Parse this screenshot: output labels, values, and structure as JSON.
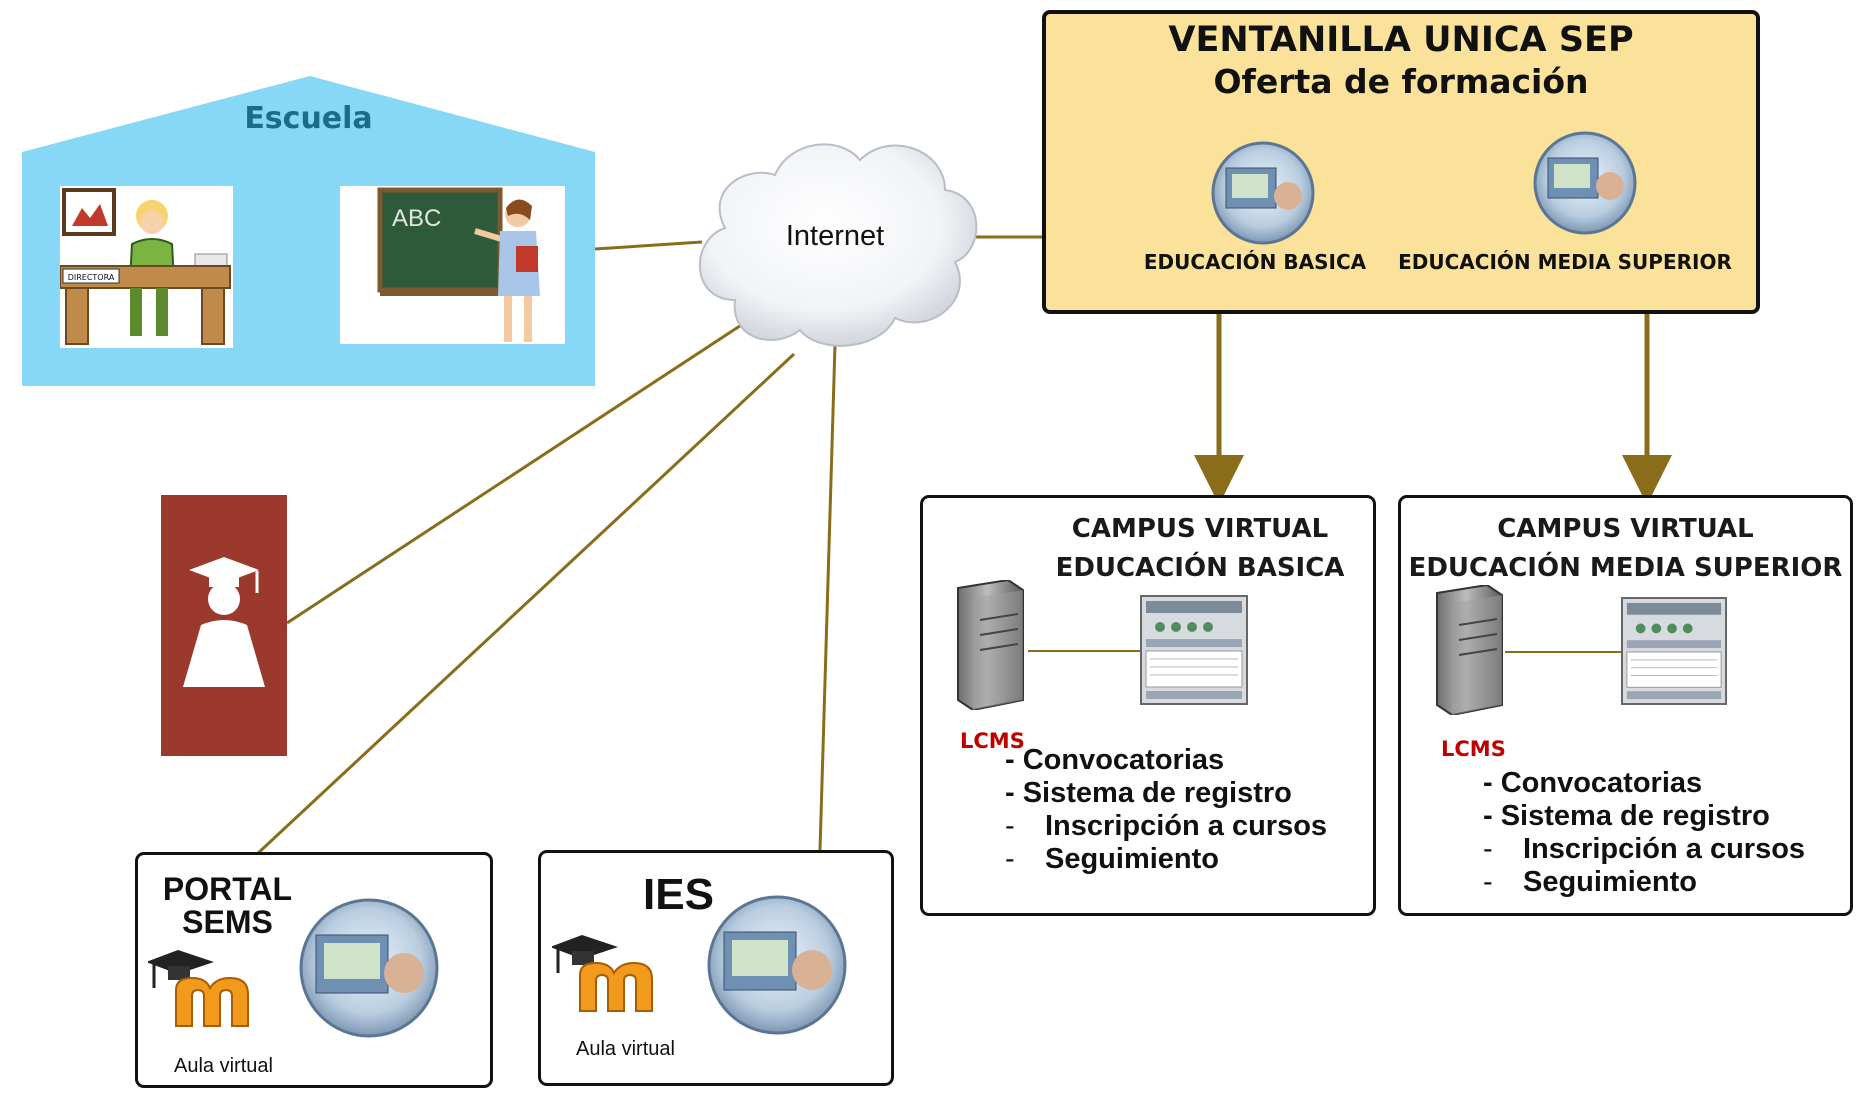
{
  "escuela": {
    "label": "Escuela",
    "directora_sign": "DIRECTORA",
    "chalkboard_text": "ABC"
  },
  "internet": {
    "label": "Internet"
  },
  "ventanilla": {
    "title": "VENTANILLA UNICA SEP",
    "subtitle": "Oferta de formación",
    "left_label": "EDUCACIÓN BASICA",
    "right_label": "EDUCACIÓN MEDIA SUPERIOR"
  },
  "campus_basica": {
    "title_line1": "CAMPUS VIRTUAL",
    "title_line2": "EDUCACIÓN BASICA",
    "lcms": "LCMS",
    "features": [
      "- Convocatorias",
      "- Sistema de registro",
      "Inscripción a cursos",
      "Seguimiento"
    ],
    "dash": "-"
  },
  "campus_media": {
    "title_line1": "CAMPUS VIRTUAL",
    "title_line2": "EDUCACIÓN MEDIA SUPERIOR",
    "lcms": "LCMS",
    "features": [
      "- Convocatorias",
      "- Sistema de registro",
      "Inscripción a cursos",
      "Seguimiento"
    ],
    "dash": "-"
  },
  "portal_sems": {
    "title_line1": "PORTAL",
    "title_line2": "SEMS",
    "caption": "Aula virtual"
  },
  "ies": {
    "title": "IES",
    "caption": "Aula virtual"
  },
  "colors": {
    "connector": "#8a6d1a",
    "arrow": "#8a6d1a",
    "ventanilla_fill": "#fbe29a",
    "escuela_fill": "#87d8f6",
    "graduate_fill": "#9b3a2c",
    "lcms_text": "#c00000"
  }
}
